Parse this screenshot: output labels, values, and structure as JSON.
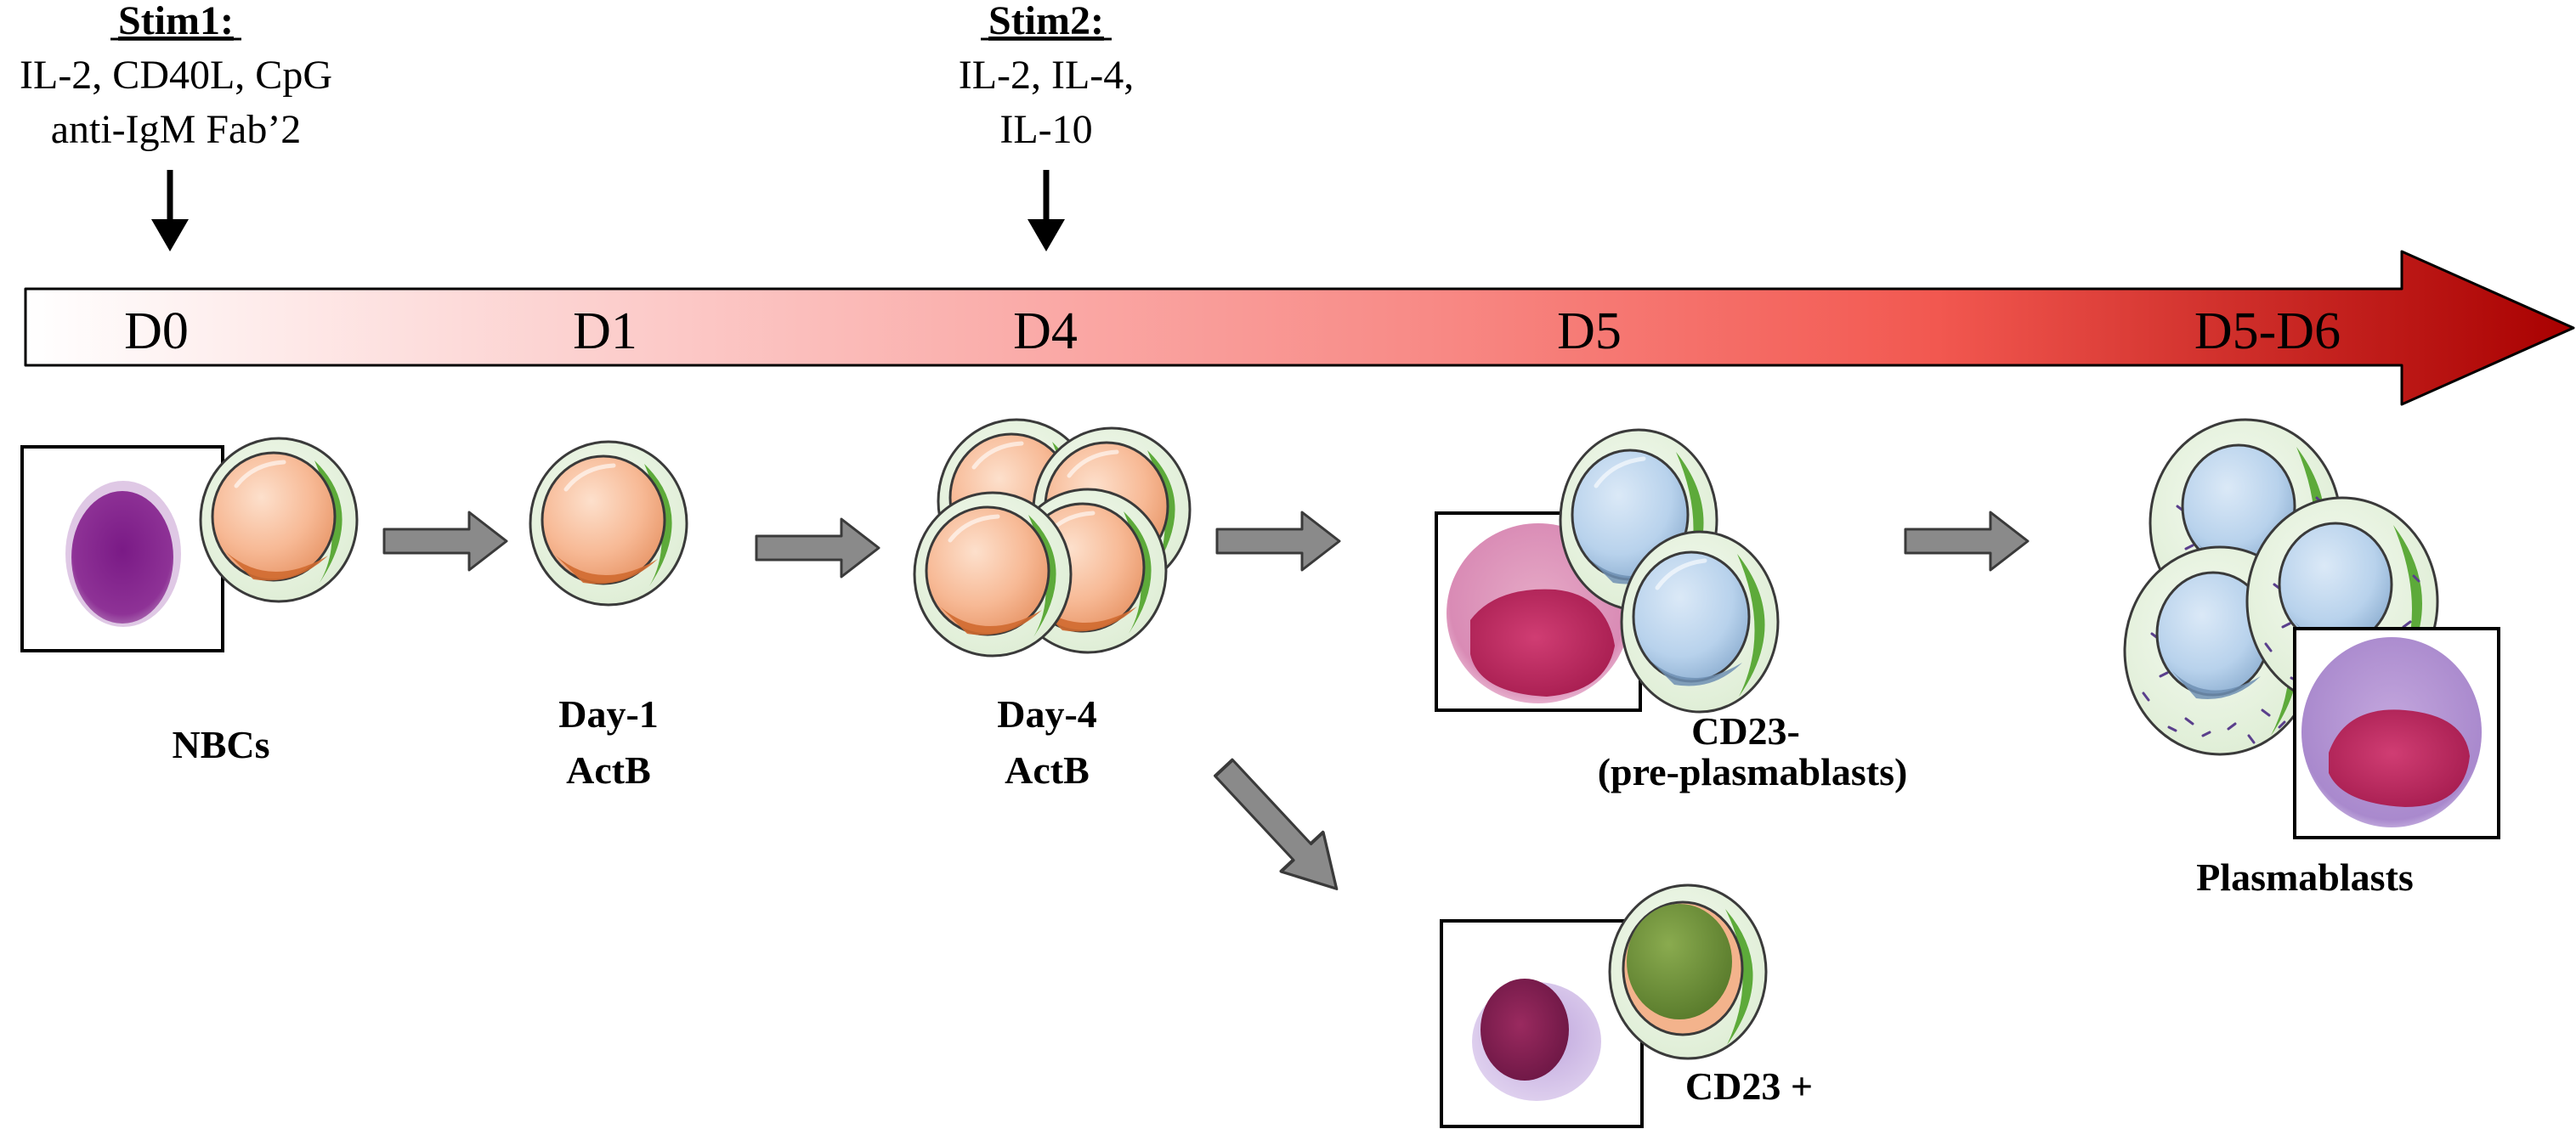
{
  "stimuli": [
    {
      "title": "Stim1:",
      "lines": [
        "IL-2, CD40L, CpG",
        "anti-IgM Fab’2"
      ]
    },
    {
      "title": "Stim2:",
      "lines": [
        "IL-2, IL-4,",
        "IL-10"
      ]
    }
  ],
  "timeline": {
    "days": [
      "D0",
      "D1",
      "D4",
      "D5",
      "D5-D6"
    ],
    "gradient_start": "#ffffff",
    "gradient_end": "#a80000"
  },
  "stages": [
    {
      "label_lines": [
        "NBCs"
      ]
    },
    {
      "label_lines": [
        "Day-1",
        "ActB"
      ]
    },
    {
      "label_lines": [
        "Day-4",
        "ActB"
      ]
    },
    {
      "label_lines": [
        "CD23-",
        "(pre-plasmablasts)"
      ]
    },
    {
      "label_lines": [
        "Plasmablasts"
      ]
    },
    {
      "label_lines": [
        "CD23 +"
      ]
    }
  ],
  "colors": {
    "activated_nucleus": "#f7b995",
    "plasma_nucleus": "#b8d2ec",
    "cd23pos_nucleus": "#6b8d36",
    "cytoplasm": "#e4f1dc",
    "membrane_accent": "#5daa3a",
    "process_arrow": "#8a8a8a"
  }
}
